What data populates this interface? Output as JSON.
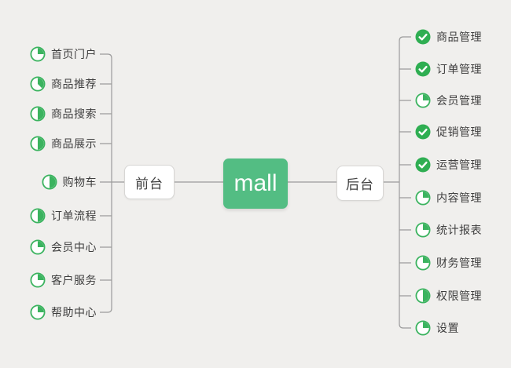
{
  "app": {
    "type": "mind-map"
  },
  "canvas": {
    "background": "#f0efed"
  },
  "colors": {
    "root_fill": "#53bd83",
    "root_text": "#ffffff",
    "pie_green": "#3bb35f",
    "done_green": "#2fae52",
    "line_gray": "#9b9b9b",
    "branch_border": "#d7d6d4",
    "branch_text": "#3f3f3f"
  },
  "root": {
    "label": "mall"
  },
  "branches": [
    {
      "id": "frontend",
      "label": "前台",
      "side": "left",
      "items": [
        {
          "id": "home-portal",
          "label": "首页门户",
          "icon": "progress-pie",
          "progress": 0.25
        },
        {
          "id": "product-recommend",
          "label": "商品推荐",
          "icon": "progress-pie",
          "progress": 0.375
        },
        {
          "id": "product-search",
          "label": "商品搜索",
          "icon": "progress-pie",
          "progress": 0.5
        },
        {
          "id": "product-display",
          "label": "商品展示",
          "icon": "progress-pie",
          "progress": 0.5
        },
        {
          "id": "shopping-cart",
          "label": "购物车",
          "icon": "progress-pie",
          "progress": 0.5
        },
        {
          "id": "order-flow",
          "label": "订单流程",
          "icon": "progress-pie",
          "progress": 0.5
        },
        {
          "id": "member-center",
          "label": "会员中心",
          "icon": "progress-pie",
          "progress": 0.25
        },
        {
          "id": "customer-service",
          "label": "客户服务",
          "icon": "progress-pie",
          "progress": 0.25
        },
        {
          "id": "help-center",
          "label": "帮助中心",
          "icon": "progress-pie",
          "progress": 0.25
        }
      ]
    },
    {
      "id": "backend",
      "label": "后台",
      "side": "right",
      "items": [
        {
          "id": "product-mgmt",
          "label": "商品管理",
          "icon": "check-done",
          "progress": 1
        },
        {
          "id": "order-mgmt",
          "label": "订单管理",
          "icon": "check-done",
          "progress": 1
        },
        {
          "id": "member-mgmt",
          "label": "会员管理",
          "icon": "progress-pie",
          "progress": 0.25
        },
        {
          "id": "promotion-mgmt",
          "label": "促销管理",
          "icon": "check-done",
          "progress": 1
        },
        {
          "id": "operation-mgmt",
          "label": "运营管理",
          "icon": "check-done",
          "progress": 1
        },
        {
          "id": "content-mgmt",
          "label": "内容管理",
          "icon": "progress-pie",
          "progress": 0.25
        },
        {
          "id": "statistics-report",
          "label": "统计报表",
          "icon": "progress-pie",
          "progress": 0.25
        },
        {
          "id": "finance-mgmt",
          "label": "财务管理",
          "icon": "progress-pie",
          "progress": 0.25
        },
        {
          "id": "permission-mgmt",
          "label": "权限管理",
          "icon": "progress-pie",
          "progress": 0.5
        },
        {
          "id": "settings",
          "label": "设置",
          "icon": "progress-pie",
          "progress": 0.25
        }
      ]
    }
  ]
}
